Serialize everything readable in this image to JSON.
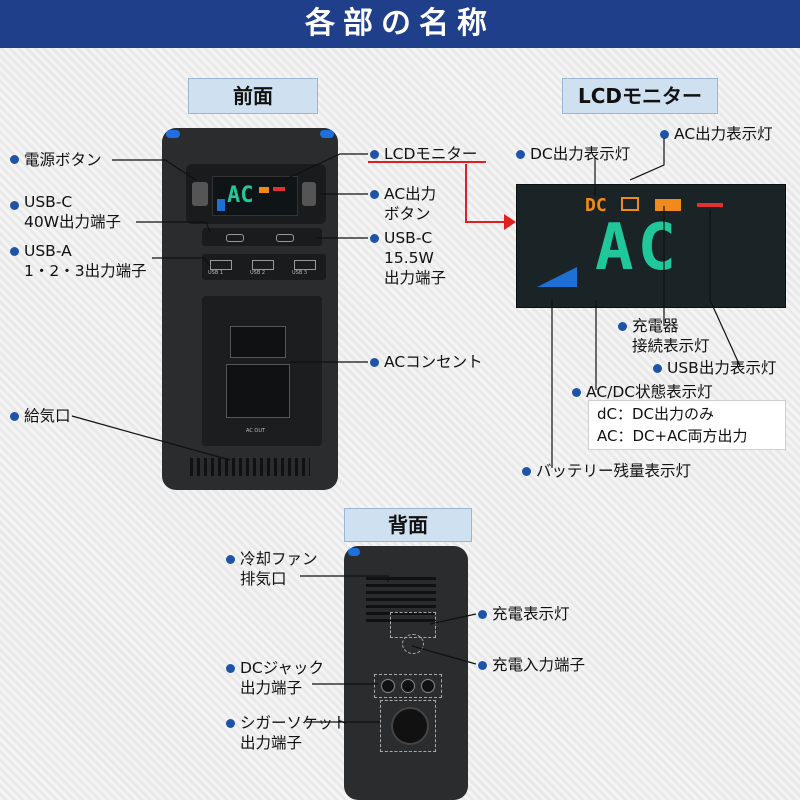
{
  "header": {
    "title": "各部の名称"
  },
  "sections": {
    "front": "前面",
    "lcd": "LCDモニター",
    "back": "背面"
  },
  "front_labels": {
    "power_button": "電源ボタン",
    "usb_c_40w": "USB-C\n40W出力端子",
    "usb_a": "USB-A\n1・2・3出力端子",
    "air_intake": "給気口",
    "lcd_monitor": "LCDモニター",
    "ac_button": "AC出力\nボタン",
    "usb_c_15w": "USB-C\n15.5W\n出力端子",
    "ac_outlet": "ACコンセント"
  },
  "lcd_labels": {
    "dc_indicator": "DC出力表示灯",
    "ac_indicator": "AC出力表示灯",
    "charger_indicator": "充電器\n接続表示灯",
    "usb_indicator": "USB出力表示灯",
    "acdc_status": "AC/DC状態表示灯",
    "battery_indicator": "バッテリー残量表示灯"
  },
  "lcd_screen": {
    "dc_text": "DC",
    "display_text": "AC"
  },
  "status_note": {
    "lines": "dC：DC出力のみ\nAC：DC+AC両方出力"
  },
  "back_labels": {
    "fan_exhaust": "冷却ファン\n排気口",
    "charge_indicator": "充電表示灯",
    "charge_input": "充電入力端子",
    "dc_jack": "DCジャック\n出力端子",
    "cigar_socket": "シガーソケット\n出力端子"
  },
  "device_print": {
    "ac_out": "AC OUT",
    "usb_ports": [
      "USB 1",
      "USB 2",
      "USB 3"
    ]
  },
  "colors": {
    "header": "#1f3f8a",
    "dot": "#1f53a8",
    "lcd_green": "#1fc79a",
    "lcd_orange": "#f08a1a",
    "red_line": "#e02020"
  }
}
